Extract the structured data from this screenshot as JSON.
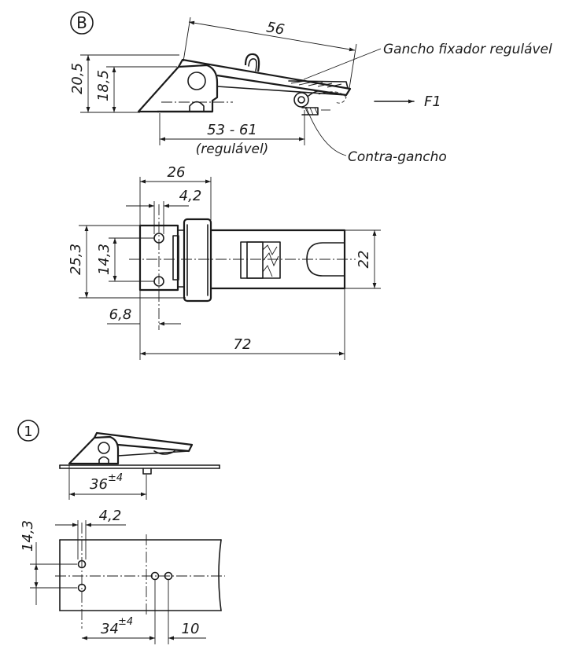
{
  "markers": {
    "view_b": "B",
    "view_1": "1"
  },
  "labels": {
    "adjustable_hook": "Gancho fixador regulável",
    "counter_hook": "Contra-gancho",
    "force": "F1"
  },
  "dimensions": {
    "overall_length_side": "56",
    "height_total": "20,5",
    "height_pivot": "18,5",
    "adjust_range": "53 - 61",
    "adjust_note": "(regulável)",
    "width_26": "26",
    "hole_dia": "4,2",
    "height_25_3": "25,3",
    "hole_spacing": "14,3",
    "edge_offset": "6,8",
    "width_22": "22",
    "length_72": "72",
    "mount_distance": "36",
    "mount_tolerance": "±4",
    "hole_spacing_b": "14,3",
    "hole_dia_b": "4,2",
    "hole_pitch": "34",
    "hole_pitch_tolerance": "±4",
    "hole_gap": "10"
  }
}
